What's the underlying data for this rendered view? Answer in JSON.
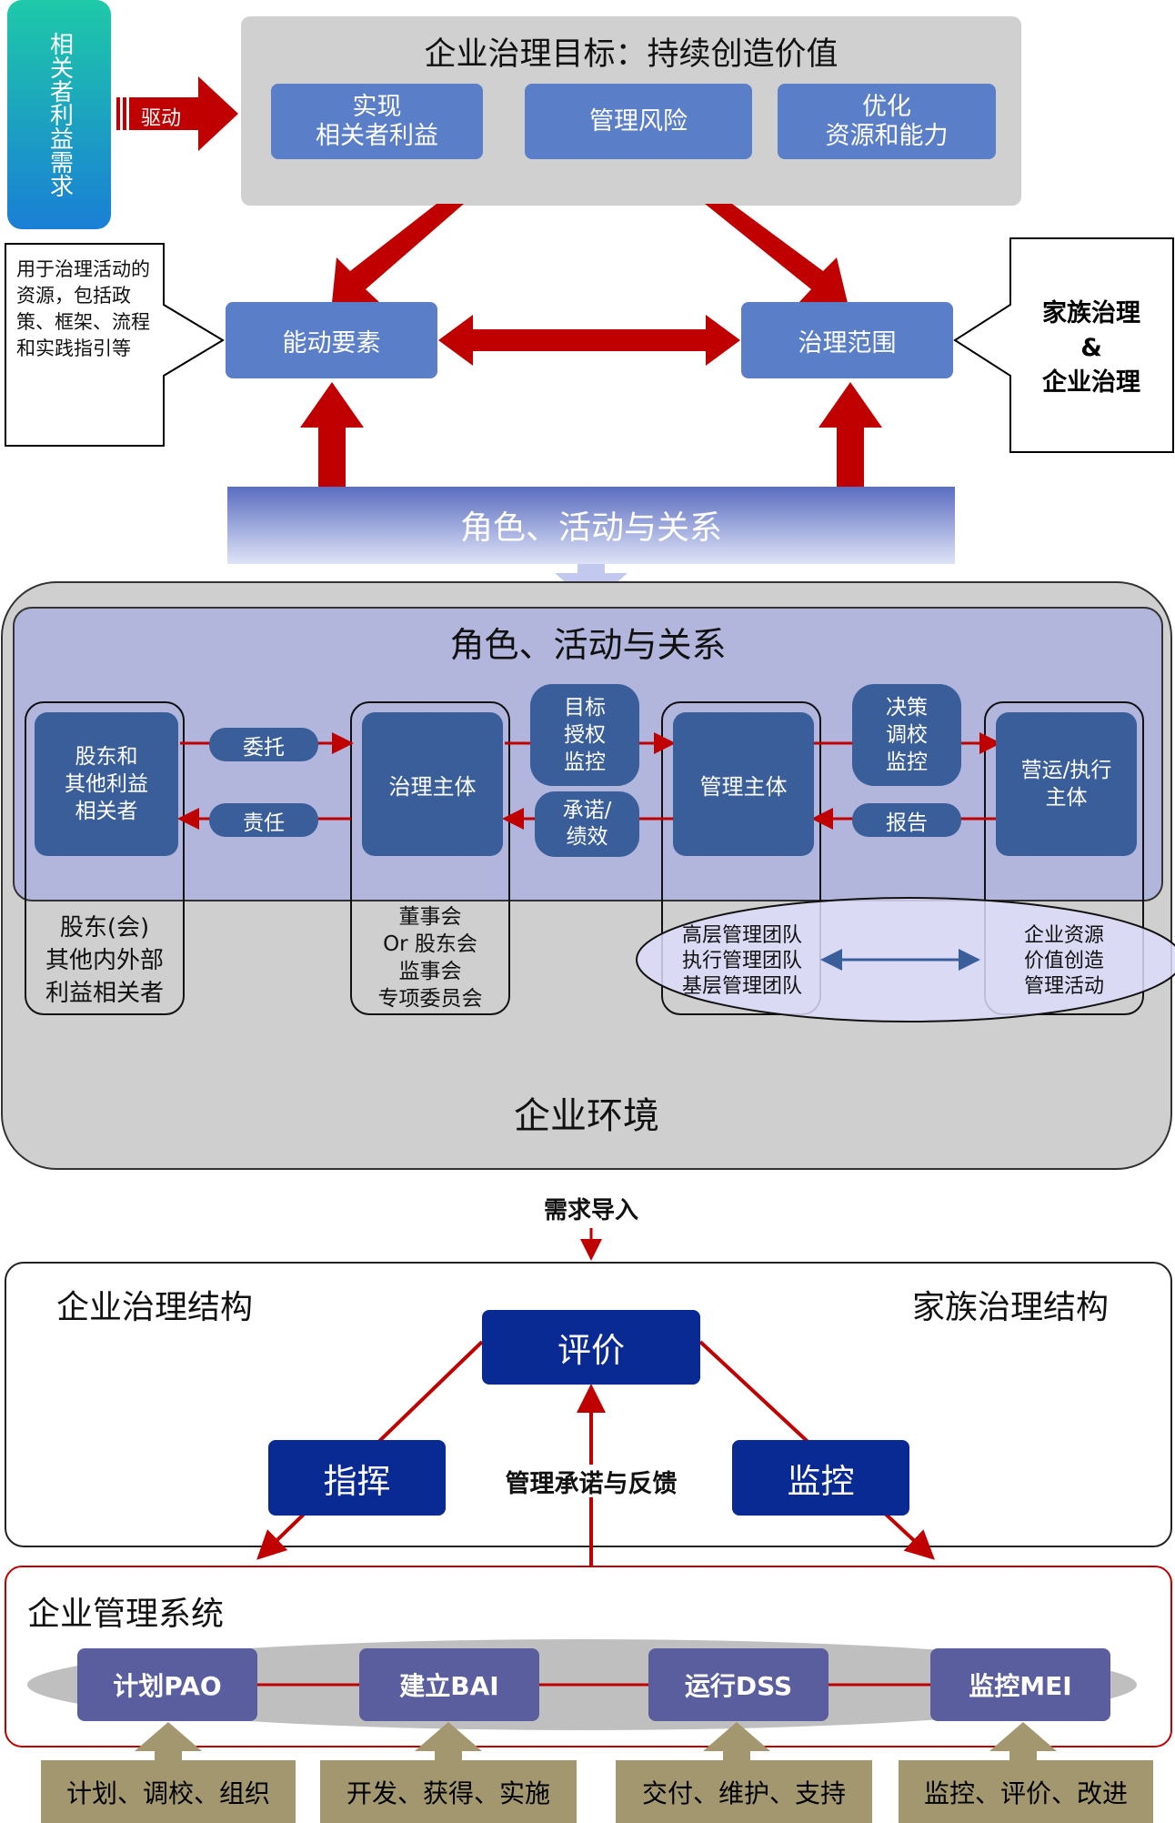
{
  "top": {
    "stakeholder_label": "相关者利益需求",
    "drive_label": "驱动",
    "goal_title": "企业治理目标：持续创造价值",
    "goals": [
      "实现\n相关者利益",
      "管理风险",
      "优化\n资源和能力"
    ],
    "enablers_label": "能动要素",
    "scope_label": "治理范围",
    "enablers_note": "用于治理活动的资源，包括政策、框架、流程和实践指引等",
    "scope_note_line1": "家族治理",
    "scope_note_line2": "&",
    "scope_note_line3": "企业治理",
    "bar_label": "角色、活动与关系"
  },
  "env": {
    "title": "角色、活动与关系",
    "shareholders": "股东和\n其他利益\n相关者",
    "governing_body": "治理主体",
    "management_body": "管理主体",
    "operations": "营运/执行\n主体",
    "delegate": "委托",
    "accountable": "责任",
    "set_direction": "目标\n授权\n监控",
    "commitment": "承诺/\n绩效",
    "instruct": "决策\n调校\n监控",
    "report": "报告",
    "shareholders_detail": "股东(会)\n其他内外部\n利益相关者",
    "board_detail": "董事会\nOr 股东会\n监事会\n专项委员会",
    "mgmt_teams": "高层管理团队\n执行管理团队\n基层管理团队",
    "value_activities": "企业资源\n价值创造\n管理活动",
    "env_label": "企业环境"
  },
  "bottom": {
    "demand_label": "需求导入",
    "corp_structure": "企业治理结构",
    "family_structure": "家族治理结构",
    "evaluate": "评价",
    "direct": "指挥",
    "monitor": "监控",
    "feedback": "管理承诺与反馈",
    "mgmt_system": "企业管理系统",
    "processes": [
      "计划PAO",
      "建立BAI",
      "运行DSS",
      "监控MEI"
    ],
    "inputs": [
      "计划、调校、组织",
      "开发、获得、实施",
      "交付、维护、支持",
      "监控、评价、改进"
    ]
  }
}
